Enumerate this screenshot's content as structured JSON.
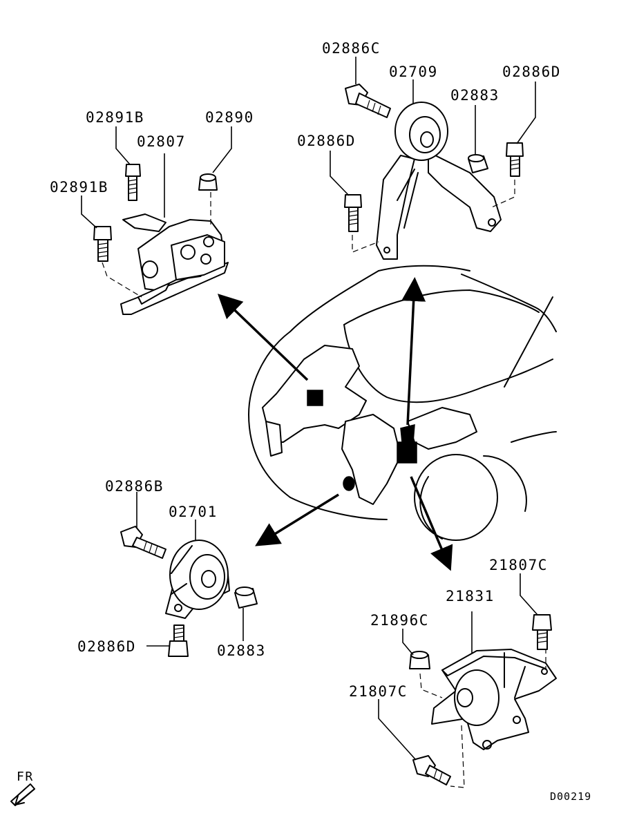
{
  "diagram": {
    "reference_code": "D00219",
    "front_indicator": "FR",
    "callouts": {
      "c_02886C": "02886C",
      "c_02709": "02709",
      "c_02883_top": "02883",
      "c_02886D_top_right": "02886D",
      "c_02886D_top_left": "02886D",
      "c_02891B_upper": "02891B",
      "c_02890": "02890",
      "c_02807": "02807",
      "c_02891B_lower": "02891B",
      "c_02886B": "02886B",
      "c_02701": "02701",
      "c_02886D_bottom": "02886D",
      "c_02883_bottom": "02883",
      "c_21807C_upper": "21807C",
      "c_21831": "21831",
      "c_21896C": "21896C",
      "c_21807C_lower": "21807C"
    }
  }
}
